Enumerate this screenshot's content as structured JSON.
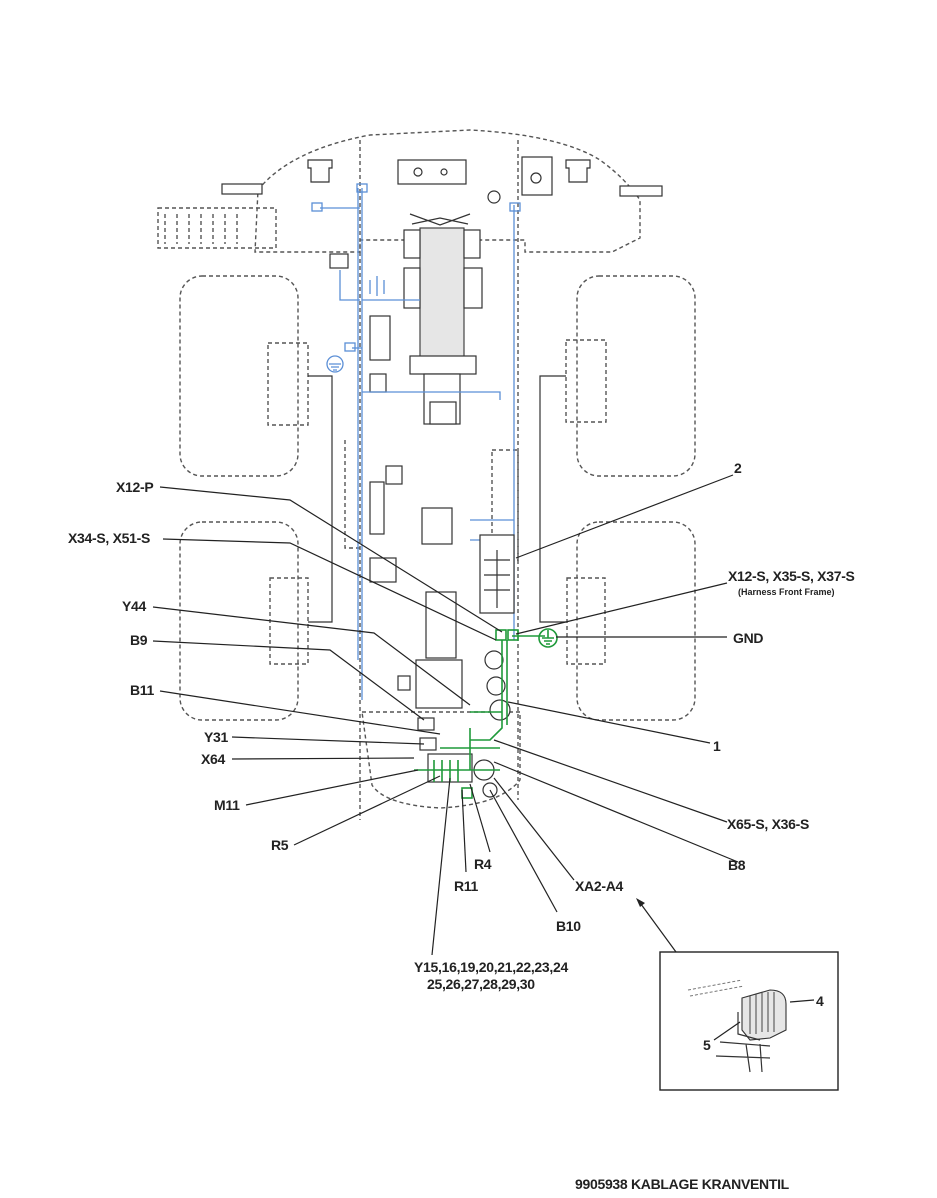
{
  "callouts": {
    "x12p": "X12-P",
    "x34s_x51s": "X34-S, X51-S",
    "y44": "Y44",
    "b9": "B9",
    "b11": "B11",
    "y31": "Y31",
    "x64": "X64",
    "m11": "M11",
    "r5": "R5",
    "r4": "R4",
    "r11": "R11",
    "b10": "B10",
    "xa2a4": "XA2-A4",
    "b8": "B8",
    "x65s_x36s": "X65-S, X36-S",
    "one": "1",
    "two": "2",
    "gnd": "GND",
    "x12s_x35s_x37s": "X12-S, X35-S, X37-S",
    "harness_note": "(Harness Front Frame)",
    "y_list_line1": "Y15,16,19,20,21,22,23,24",
    "y_list_line2": "25,26,27,28,29,30"
  },
  "inset": {
    "four": "4",
    "five": "5"
  },
  "footer": {
    "caption": "9905938 KABLAGE KRANVENTIL"
  },
  "colors": {
    "harness_blue": "#5b8fd6",
    "harness_green": "#1f9a3a",
    "outline": "#555555"
  }
}
